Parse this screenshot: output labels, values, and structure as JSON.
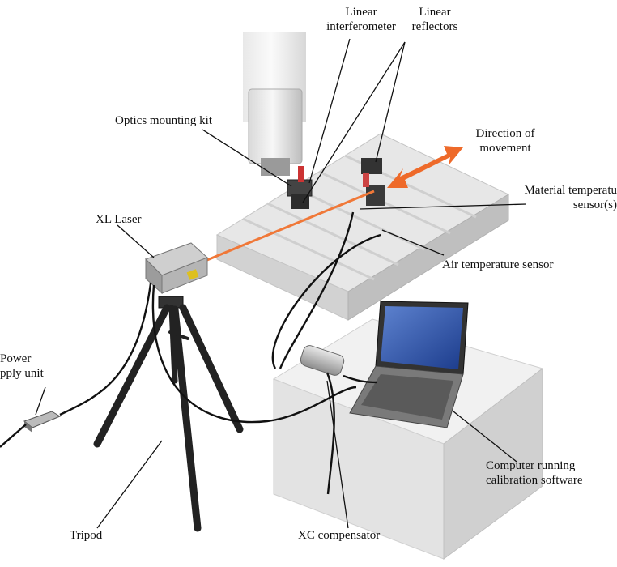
{
  "labels": {
    "linear_interferometer": [
      "Linear",
      "interferometer"
    ],
    "linear_reflectors": [
      "Linear",
      "reflectors"
    ],
    "optics_mounting_kit": "Optics mounting kit",
    "direction_of_movement": [
      "Direction of",
      "movement"
    ],
    "material_temperature_sensor": [
      "Material temperatu",
      "sensor(s)"
    ],
    "xl_laser": "XL Laser",
    "air_temperature_sensor": "Air temperature sensor",
    "power_supply_unit": [
      "Power",
      "pply unit"
    ],
    "computer": [
      "Computer running",
      "calibration software"
    ],
    "tripod": "Tripod",
    "xc_compensator": "XC compensator"
  },
  "colors": {
    "laser_beam": "#f07838",
    "arrow": "#ee6a2a",
    "table": "#e6e6e6",
    "cable": "#111111",
    "laptop_screen": "#2a4fa8"
  }
}
